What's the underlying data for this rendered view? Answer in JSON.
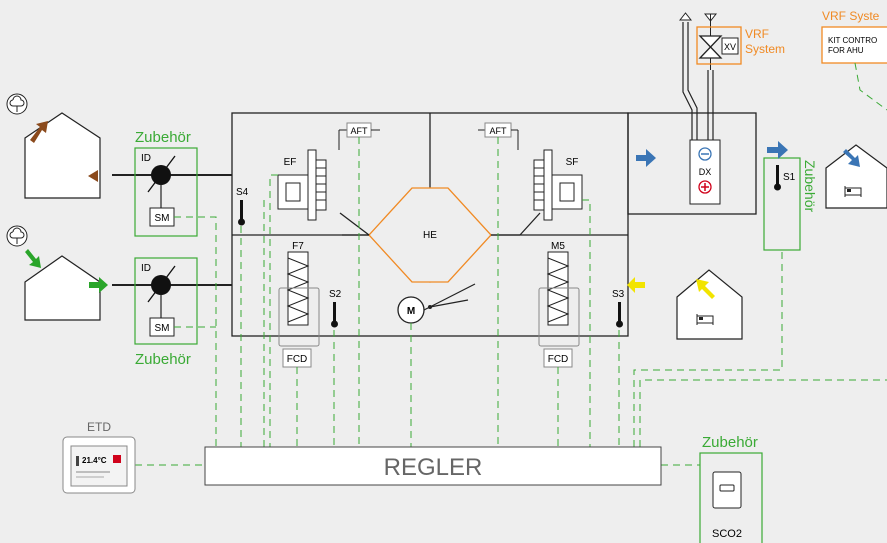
{
  "colors": {
    "accessory_green": "#3aaa35",
    "vrf_orange": "#f08a24",
    "supply_green": "#2aa52a",
    "extract_brown": "#8b4a1c",
    "indoor_yellow": "#f2e400",
    "dx_blue": "#3a75b5",
    "line": "#222222",
    "gray_label": "#666666"
  },
  "icons": [
    "tree-icon",
    "house-icon",
    "bed-icon",
    "thermometer-icon",
    "damper-icon",
    "fan-icon",
    "filter-icon",
    "valve-icon",
    "motor-icon",
    "controller-display-icon"
  ],
  "labels": {
    "zubehoer_1": "Zubehör",
    "zubehoer_2": "Zubehör",
    "zubehoer_3": "Zubehör",
    "zubehoer_4": "Zubehör",
    "id_top": "ID",
    "id_bottom": "ID",
    "sm_top": "SM",
    "sm_bottom": "SM",
    "ef": "EF",
    "sf": "SF",
    "s1": "S1",
    "s2": "S2",
    "s3": "S3",
    "s4": "S4",
    "f7": "F7",
    "m5": "M5",
    "he": "HE",
    "aft_left": "AFT",
    "aft_right": "AFT",
    "fcd_left": "FCD",
    "fcd_right": "FCD",
    "motor": "M",
    "dx": "DX",
    "xv": "XV",
    "vrf_system_line1": "VRF",
    "vrf_system_line2": "System",
    "vrf_kit_title": "VRF Syste",
    "kit_line1": "KIT CONTRO",
    "kit_line2": "FOR AHU",
    "etd": "ETD",
    "etd_screen": "21.4°C",
    "regler": "REGLER",
    "sco2": "SCO2"
  }
}
